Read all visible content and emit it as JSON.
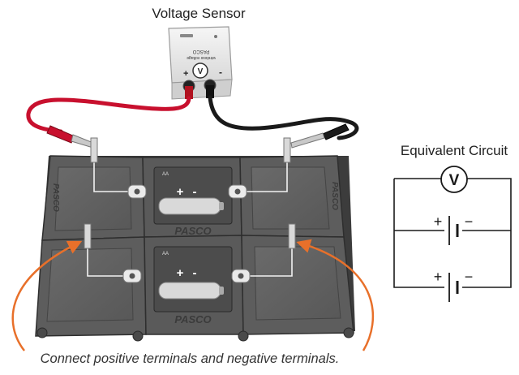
{
  "sensor": {
    "title": "Voltage Sensor",
    "face_text": [
      "PASCO",
      "wireless voltage"
    ],
    "symbol": "V",
    "plus": "+",
    "minus": "-"
  },
  "circuit": {
    "title": "Equivalent Circuit",
    "meter": "V",
    "cell1_plus": "+",
    "cell1_minus": "−",
    "cell2_plus": "+",
    "cell2_minus": "−"
  },
  "board": {
    "brand": "PASCO",
    "cell_top_plus": "+",
    "cell_top_minus": "-",
    "cell_bottom_plus": "+",
    "cell_bottom_minus": "-",
    "aa_label": "AA"
  },
  "caption": "Connect positive terminals and negative terminals.",
  "colors": {
    "red_lead": "#c8102e",
    "black_lead": "#1a1a1a",
    "board": "#5d5d5d",
    "board_dark": "#3c3c3c",
    "arrow": "#e8702a"
  }
}
